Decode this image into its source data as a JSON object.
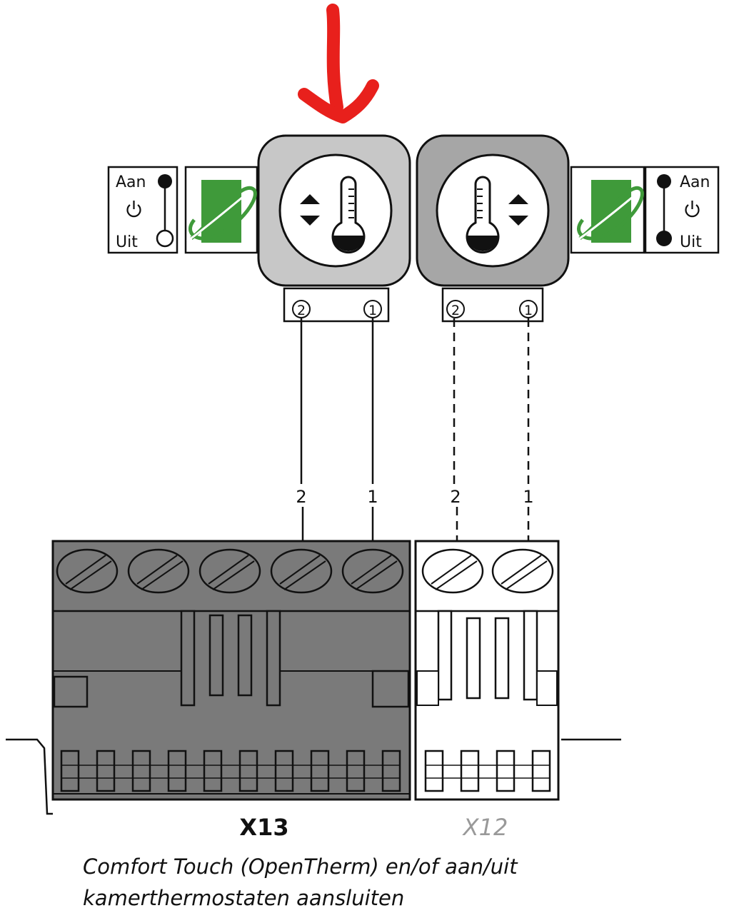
{
  "left_switch": {
    "on_label": "Aan",
    "off_label": "Uit"
  },
  "right_switch": {
    "on_label": "Aan",
    "off_label": "Uit"
  },
  "left_terminal": {
    "pin_a": "2",
    "pin_b": "1"
  },
  "right_terminal": {
    "pin_a": "2",
    "pin_b": "1"
  },
  "wires": {
    "left_a": "2",
    "left_b": "1",
    "right_a": "2",
    "right_b": "1"
  },
  "connectors": {
    "x13": "X13",
    "x12": "X12"
  },
  "caption": {
    "line1": "Comfort Touch (OpenTherm) en/of aan/uit",
    "line2": "kamerthermostaten aansluiten"
  },
  "colors": {
    "arrow": "#e8201c",
    "green_logo": "#3f9a3a",
    "module_left": "#c7c7c7",
    "module_right": "#a6a6a6",
    "x13_body": "#7a7a7a"
  },
  "icons": [
    "red-arrow-icon",
    "thermometer-icon",
    "up-down-arrows-icon",
    "power-icon",
    "green-logo-icon"
  ]
}
